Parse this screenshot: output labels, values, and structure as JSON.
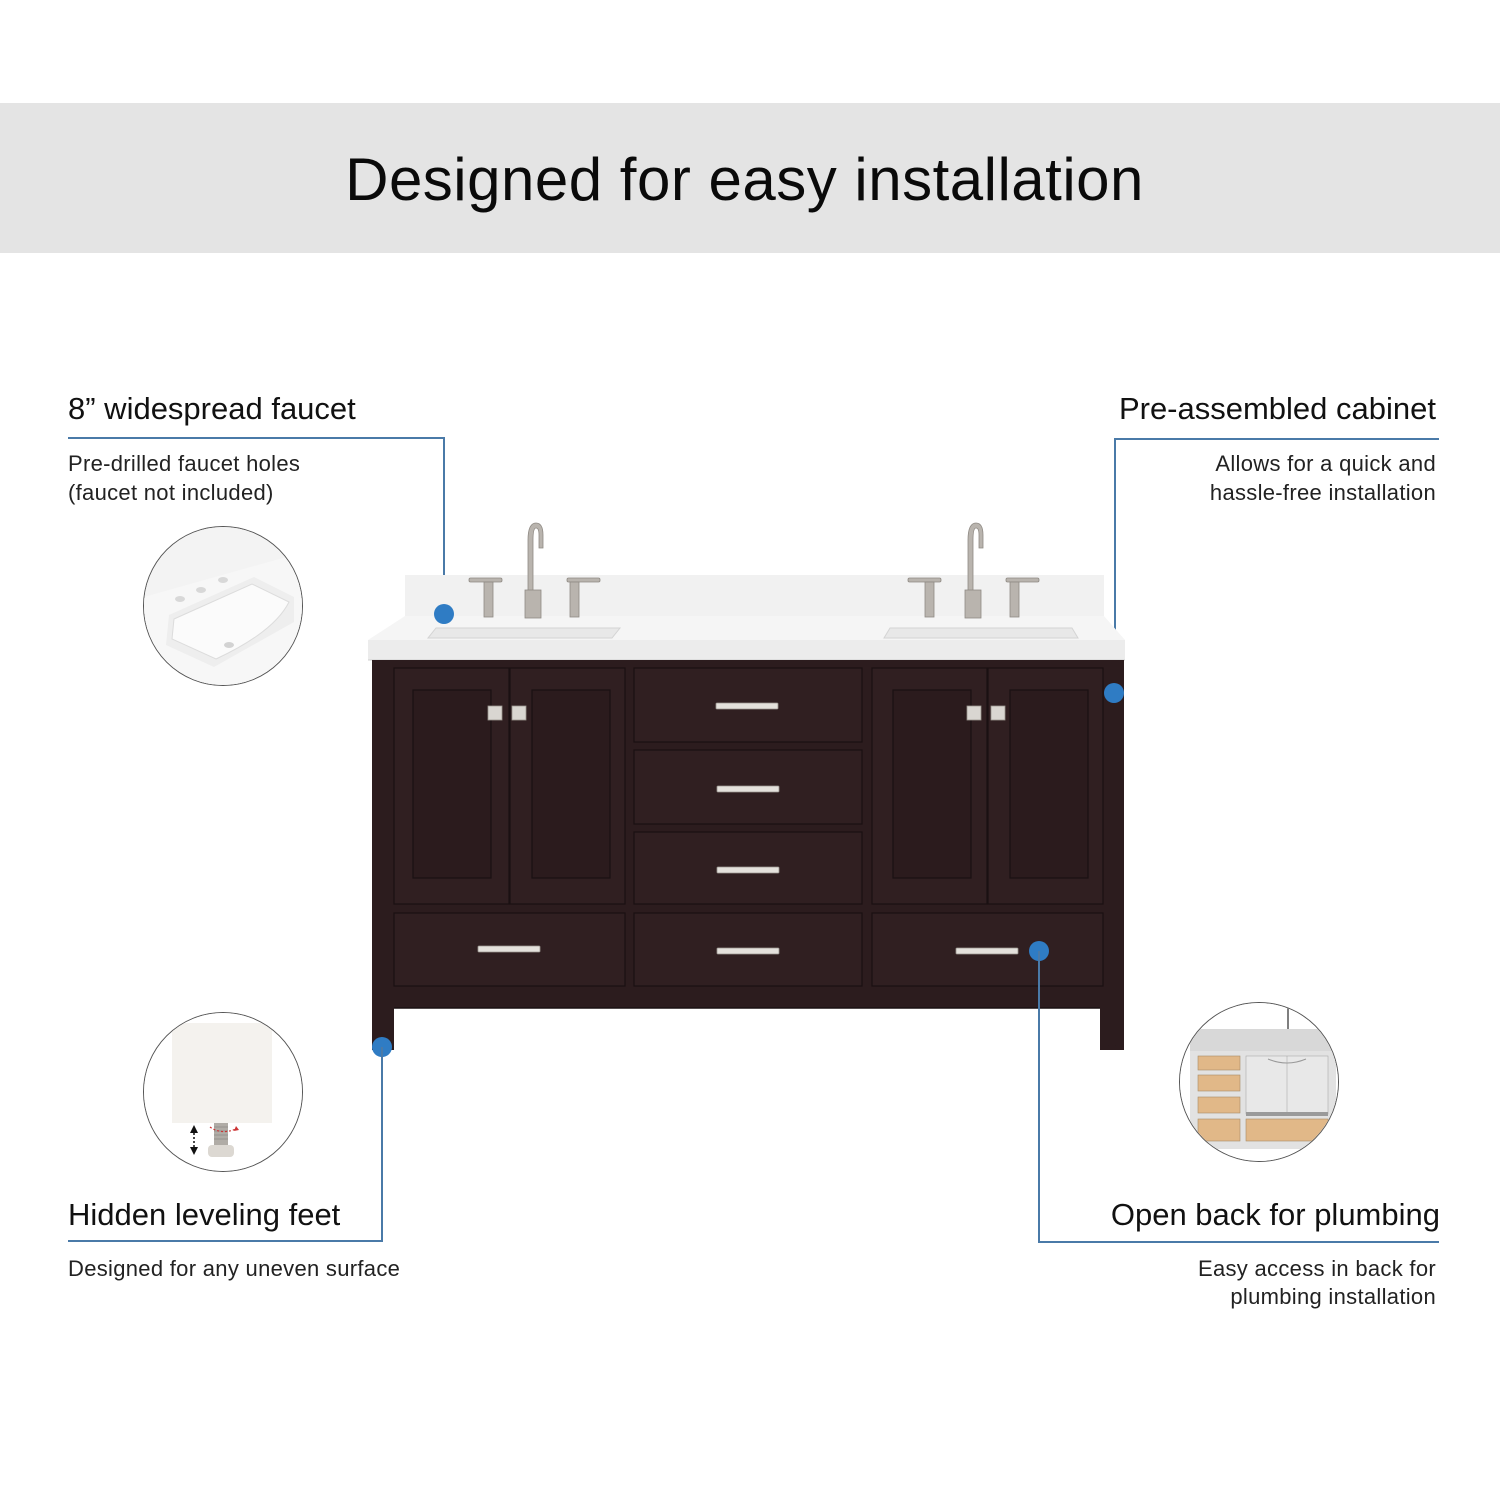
{
  "header": {
    "title": "Designed for easy installation",
    "background_color": "#e4e4e4"
  },
  "features": [
    {
      "id": "faucet",
      "title": "8” widespread faucet",
      "description_lines": [
        "Pre-drilled faucet holes",
        "(faucet not included)"
      ],
      "thumbnail": "undermount-sink-with-faucet-holes"
    },
    {
      "id": "cabinet",
      "title": "Pre-assembled cabinet",
      "description_lines": [
        "Allows for  a quick and",
        "hassle-free installation"
      ]
    },
    {
      "id": "feet",
      "title": "Hidden leveling feet",
      "description_lines": [
        "Designed for any uneven surface"
      ],
      "thumbnail": "adjustable-leveling-foot"
    },
    {
      "id": "plumbing",
      "title": "Open back for plumbing",
      "description_lines": [
        "Easy access in back for",
        "plumbing installation"
      ],
      "thumbnail": "cabinet-open-back-view"
    }
  ],
  "colors": {
    "accent_dot": "#2f7cc4",
    "callout_line": "#4a7aa8",
    "cabinet": "#2e1d1f",
    "countertop": "#f2f2f2",
    "hardware": "#d9d6d1"
  },
  "product": {
    "name": "double-sink-bathroom-vanity",
    "sinks": 2,
    "doors": 4,
    "drawers": 6
  }
}
